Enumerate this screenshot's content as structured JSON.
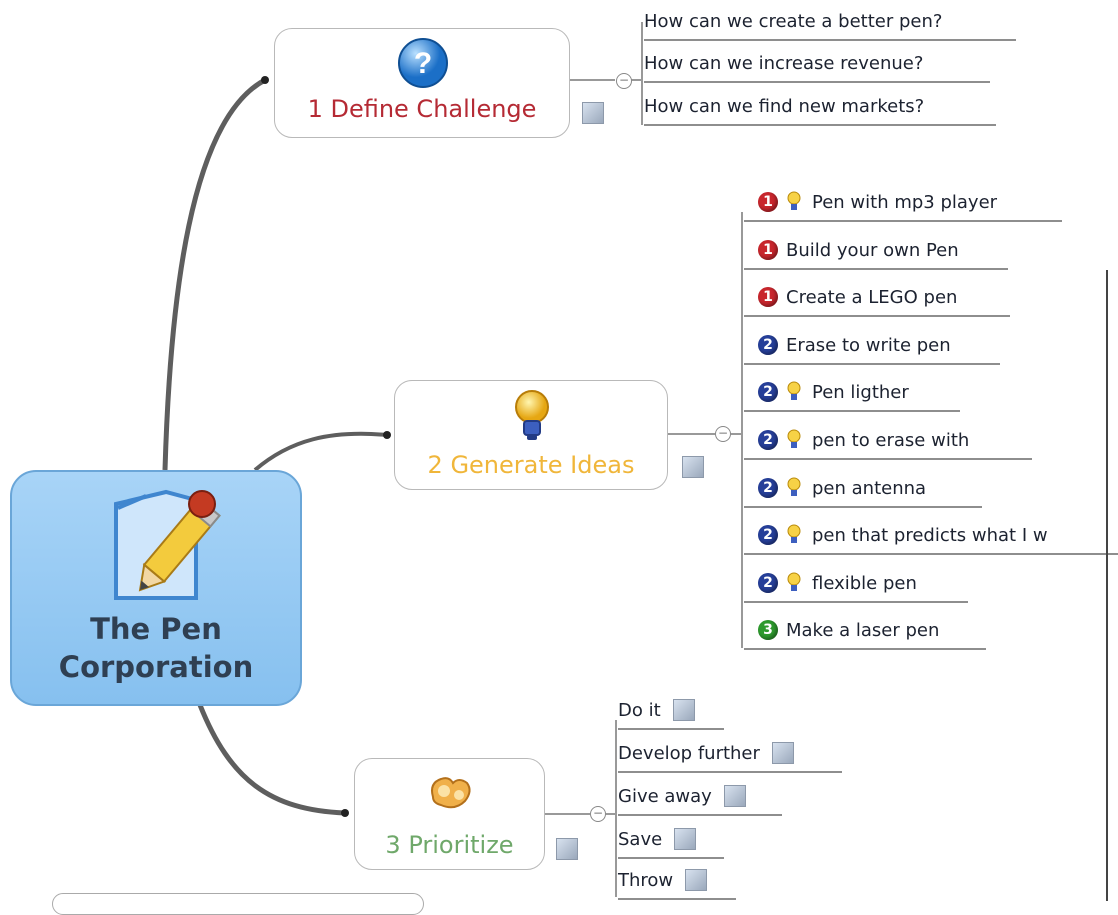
{
  "central": {
    "title": "The Pen\nCorporation",
    "icon": "pencil-document-icon"
  },
  "topics": [
    {
      "id": "define",
      "label": "1 Define Challenge",
      "color": "#b52a34",
      "icon": "question-icon",
      "items": [
        "How can we create a better pen?",
        "How can we increase revenue?",
        "How can we find new markets?"
      ]
    },
    {
      "id": "generate",
      "label": "2 Generate Ideas",
      "color": "#f0b63a",
      "icon": "lightbulb-icon",
      "items": [
        {
          "priority": "1",
          "bulb": true,
          "text": "Pen with mp3 player"
        },
        {
          "priority": "1",
          "bulb": false,
          "text": "Build your own Pen"
        },
        {
          "priority": "1",
          "bulb": false,
          "text": "Create a LEGO pen"
        },
        {
          "priority": "2",
          "bulb": false,
          "text": "Erase to write pen"
        },
        {
          "priority": "2",
          "bulb": true,
          "text": "Pen ligther"
        },
        {
          "priority": "2",
          "bulb": true,
          "text": "pen to erase with"
        },
        {
          "priority": "2",
          "bulb": true,
          "text": "pen antenna"
        },
        {
          "priority": "2",
          "bulb": true,
          "text": "pen that predicts what I w"
        },
        {
          "priority": "2",
          "bulb": true,
          "text": "flexible pen"
        },
        {
          "priority": "3",
          "bulb": false,
          "text": "Make a laser pen"
        }
      ]
    },
    {
      "id": "prioritize",
      "label": "3 Prioritize",
      "color": "#6fa86a",
      "icon": "scales-icon",
      "items": [
        "Do it",
        "Develop further",
        "Give away",
        "Save",
        "Throw"
      ]
    }
  ],
  "colors": {
    "line": "#5b5b5b",
    "central_fill": "#93c7f2"
  }
}
